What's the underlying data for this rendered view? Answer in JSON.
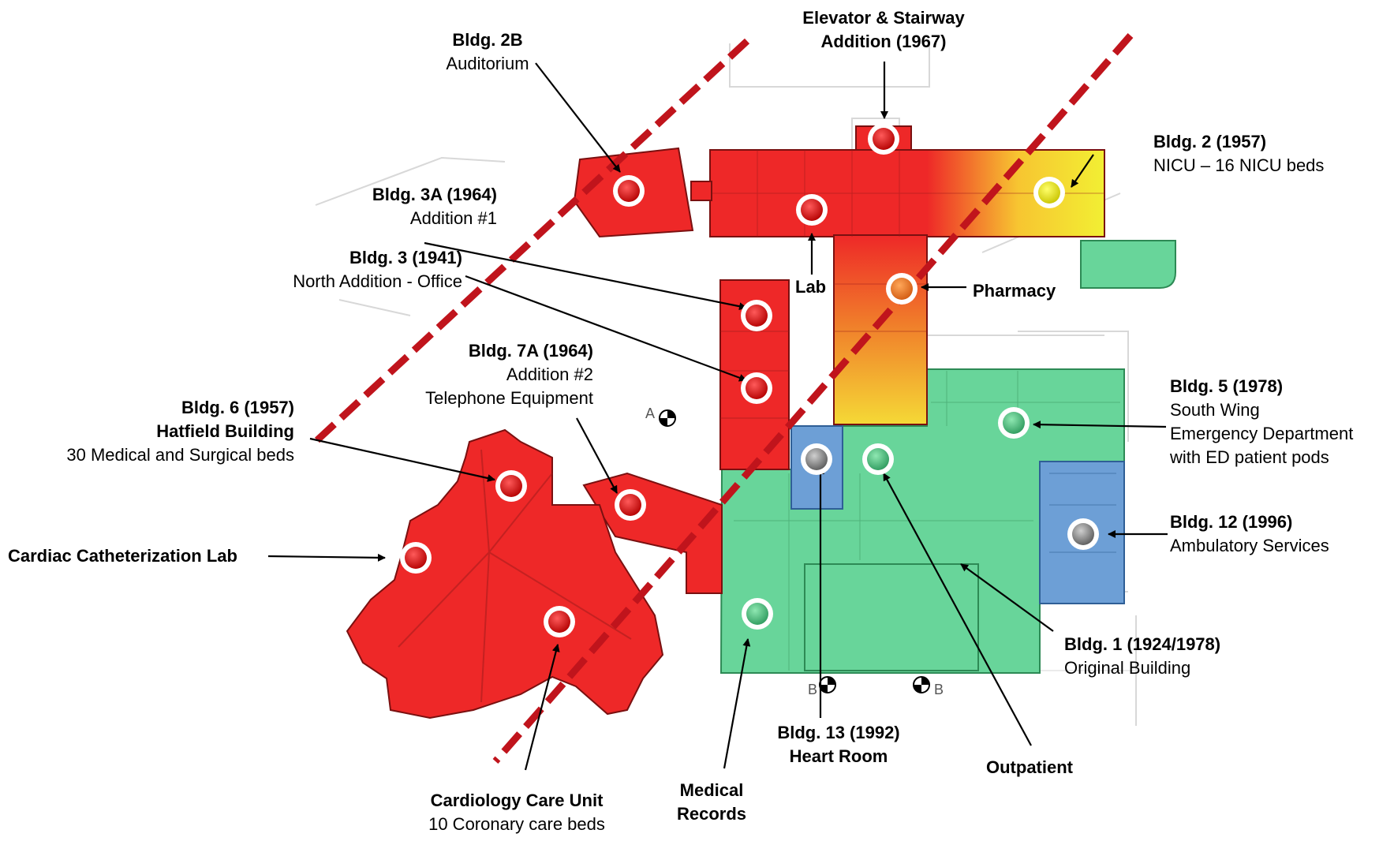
{
  "colors": {
    "pre_1964": "#ee2828",
    "mid": "#f08c2c",
    "recent": "#f2ef33",
    "green_zone": "#68d59a",
    "blue_zone": "#6d9fd6",
    "dashed_line": "#c0141c"
  },
  "labels": {
    "bldg2b": {
      "title": "Bldg. 2B",
      "sub": "Auditorium"
    },
    "elevator": {
      "title": "Elevator & Stairway",
      "title2": "Addition (1967)"
    },
    "bldg2": {
      "title": "Bldg. 2 (1957)",
      "sub": "NICU – 16 NICU beds"
    },
    "bldg3a": {
      "title": "Bldg. 3A (1964)",
      "sub": "Addition #1"
    },
    "bldg3": {
      "title": "Bldg. 3 (1941)",
      "sub": "North Addition - Office"
    },
    "lab": {
      "title": "Lab"
    },
    "pharmacy": {
      "title": "Pharmacy"
    },
    "bldg7a": {
      "title": "Bldg. 7A (1964)",
      "sub": "Addition #2",
      "sub2": "Telephone Equipment"
    },
    "bldg6": {
      "title": "Bldg. 6 (1957)",
      "title2": "Hatfield Building",
      "sub": "30 Medical and Surgical beds"
    },
    "cath": {
      "title": "Cardiac Catheterization Lab"
    },
    "bldg5": {
      "title": "Bldg. 5 (1978)",
      "sub": "South Wing",
      "sub2": "Emergency Department",
      "sub3": "with ED patient pods"
    },
    "bldg12": {
      "title": "Bldg. 12 (1996)",
      "sub": "Ambulatory Services"
    },
    "bldg1": {
      "title": "Bldg. 1 (1924/1978)",
      "sub": "Original Building"
    },
    "bldg13": {
      "title": "Bldg. 13 (1992)",
      "title2": "Heart Room"
    },
    "outpatient": {
      "title": "Outpatient"
    },
    "records": {
      "title": "Medical",
      "title2": "Records"
    },
    "ccu": {
      "title": "Cardiology Care Unit",
      "sub": "10 Coronary care beds"
    }
  },
  "plan_text": {
    "grid_a": "A",
    "grid_b1": "B",
    "grid_b2": "B"
  }
}
